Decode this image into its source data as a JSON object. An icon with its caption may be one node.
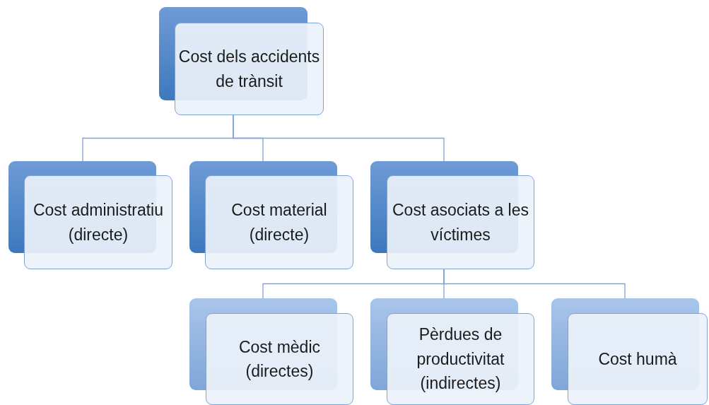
{
  "diagram": {
    "nodes": [
      {
        "text": [
          "Cost dels accidents de trànsit"
        ]
      },
      {
        "text": [
          "Cost administratiu (directe)"
        ]
      },
      {
        "text": [
          "Cost material (directe)"
        ]
      },
      {
        "text": [
          "Cost asociats a les víctimes"
        ]
      },
      {
        "text": [
          "Cost mèdic (directes)"
        ]
      },
      {
        "text": [
          "Pèrdues de productivitat (indirectes)"
        ]
      },
      {
        "text": [
          "Cost humà"
        ]
      }
    ],
    "edges": [
      {
        "from": 0,
        "to": 1,
        "arrow": "none"
      },
      {
        "from": 0,
        "to": 2,
        "arrow": "none"
      },
      {
        "from": 0,
        "to": 3,
        "arrow": "none"
      },
      {
        "from": 3,
        "to": 4,
        "arrow": "none"
      },
      {
        "from": 3,
        "to": 5,
        "arrow": "none"
      },
      {
        "from": 3,
        "to": 6,
        "arrow": "none"
      }
    ]
  }
}
